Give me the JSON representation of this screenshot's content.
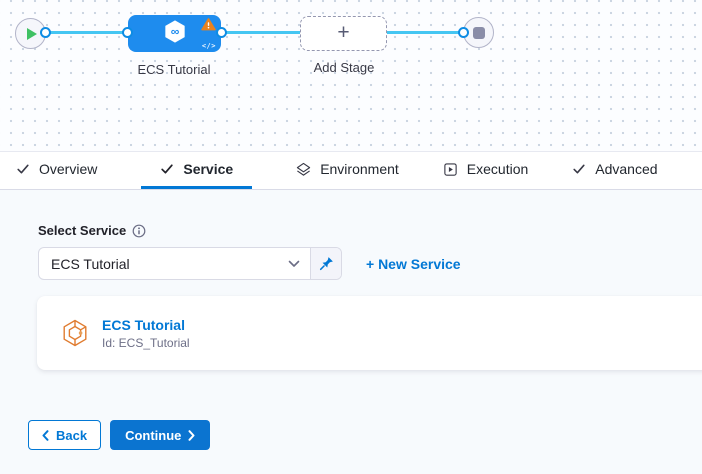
{
  "pipeline_canvas": {
    "stage": {
      "label": "ECS Tutorial",
      "code_glyph": "</>"
    },
    "add_stage": {
      "label": "Add Stage",
      "plus_glyph": "+"
    }
  },
  "tabs": {
    "overview": {
      "label": "Overview"
    },
    "service": {
      "label": "Service"
    },
    "environment": {
      "label": "Environment"
    },
    "execution": {
      "label": "Execution"
    },
    "advanced": {
      "label": "Advanced"
    }
  },
  "service_panel": {
    "select_label": "Select Service",
    "dropdown": {
      "value": "ECS Tutorial"
    },
    "new_service_link": "+ New Service",
    "service_card": {
      "title": "ECS Tutorial",
      "id_text": "Id: ECS_Tutorial"
    }
  },
  "footer": {
    "back_label": "Back",
    "continue_label": "Continue"
  },
  "colors": {
    "primary_blue": "#0278d5",
    "node_blue": "#1e8cee",
    "connector_blue": "#45c6f2",
    "warning_orange": "#e8821e",
    "ecs_icon_orange": "#e07c30",
    "start_play_green": "#3fc163"
  }
}
